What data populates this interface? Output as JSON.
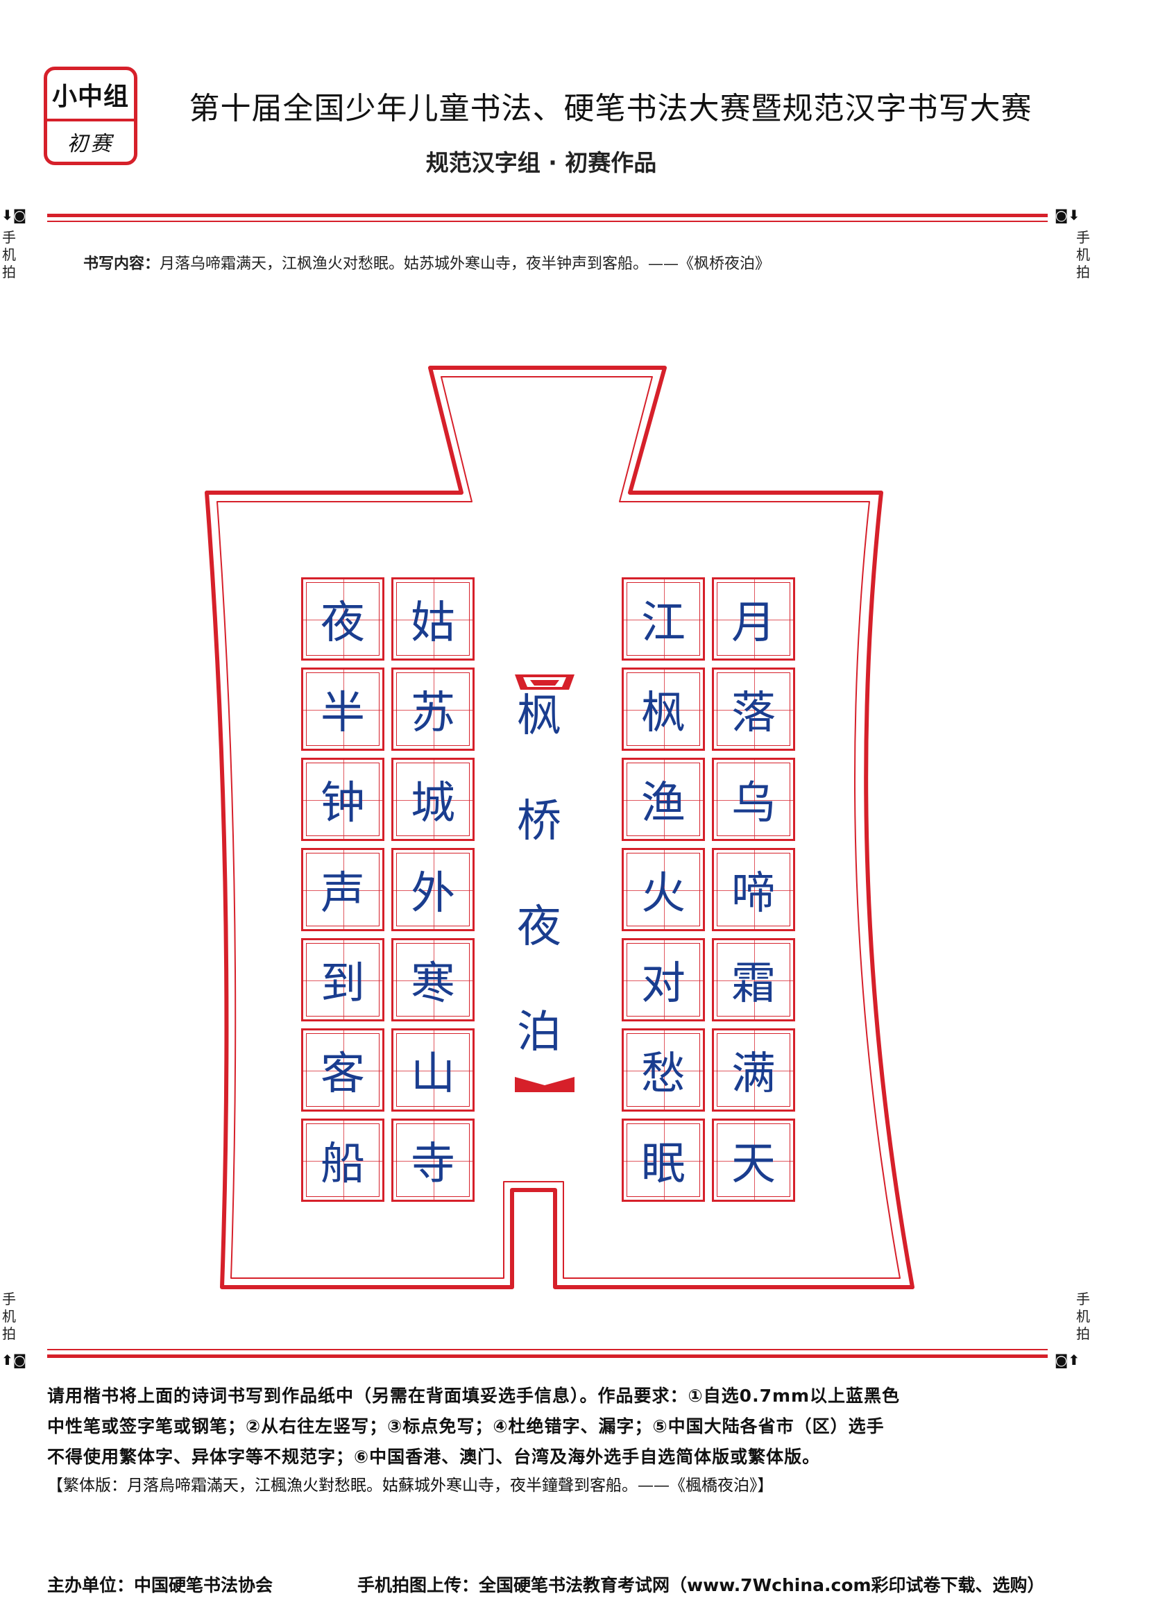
{
  "badge": {
    "group": "小中组",
    "stage": "初赛"
  },
  "header": {
    "title": "第十届全国少年儿童书法、硬笔书法大赛暨规范汉字书写大赛",
    "subtitle": "规范汉字组 · 初赛作品"
  },
  "side_marks": {
    "label": "手机拍",
    "chars": [
      "手",
      "机",
      "拍"
    ]
  },
  "writing_content": {
    "label": "书写内容：",
    "text": "月落乌啼霜满天，江枫渔火对愁眠。姑苏城外寒山寺，夜半钟声到客船。——《枫桥夜泊》"
  },
  "work": {
    "title_chars": [
      "枫",
      "桥",
      "夜",
      "泊"
    ],
    "columns": [
      [
        "月",
        "落",
        "乌",
        "啼",
        "霜",
        "满",
        "天"
      ],
      [
        "江",
        "枫",
        "渔",
        "火",
        "对",
        "愁",
        "眠"
      ],
      [
        "姑",
        "苏",
        "城",
        "外",
        "寒",
        "山",
        "寺"
      ],
      [
        "夜",
        "半",
        "钟",
        "声",
        "到",
        "客",
        "船"
      ]
    ]
  },
  "requirements": [
    "请用楷书将上面的诗词书写到作品纸中（另需在背面填妥选手信息）。作品要求：①自选0.7mm以上蓝黑色",
    "中性笔或签字笔或钢笔；②从右往左竖写；③标点免写；④杜绝错字、漏字；⑤中国大陆各省市（区）选手",
    "不得使用繁体字、异体字等不规范字；⑥中国香港、澳门、台湾及海外选手自选简体版或繁体版。"
  ],
  "traditional": "【繁体版：月落烏啼霜滿天，江楓漁火對愁眠。姑蘇城外寒山寺，夜半鐘聲到客船。——《楓橋夜泊》】",
  "footer": {
    "organizer": "主办单位：中国硬笔书法协会",
    "upload": "手机拍图上传：全国硬笔书法教育考试网（www.7Wchina.com彩印试卷下载、选购）"
  },
  "colors": {
    "accent_red": "#d6202a",
    "ink_blue": "#1a3d8f"
  }
}
